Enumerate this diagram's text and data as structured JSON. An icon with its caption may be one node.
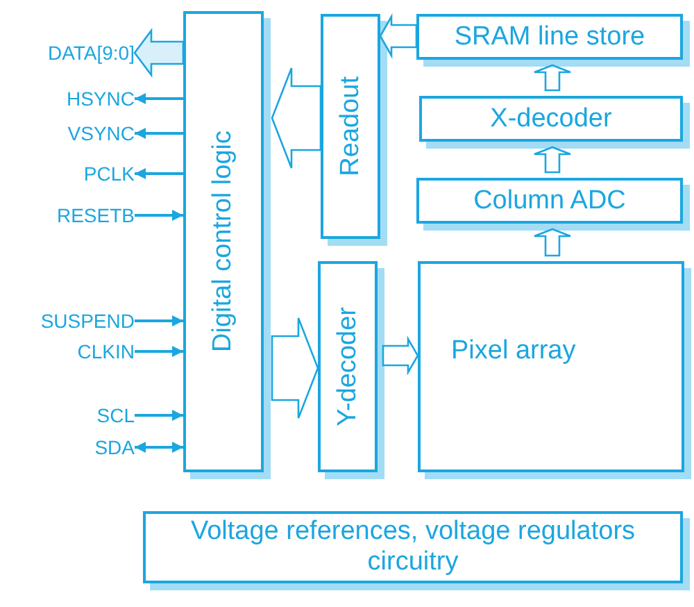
{
  "diagram": {
    "nodes": [
      {
        "text": [
          "Digital control logic"
        ]
      },
      {
        "text": [
          "Readout"
        ]
      },
      {
        "text": [
          "SRAM line store"
        ]
      },
      {
        "text": [
          "X-decoder"
        ]
      },
      {
        "text": [
          "Column ADC"
        ]
      },
      {
        "text": [
          "Y-decoder"
        ]
      },
      {
        "text": [
          "Pixel array"
        ]
      },
      {
        "text": [
          "Voltage references, voltage regulators circuitry"
        ]
      },
      {
        "text": [
          "DATA[9:0]"
        ]
      },
      {
        "text": [
          "HSYNC"
        ]
      },
      {
        "text": [
          "VSYNC"
        ]
      },
      {
        "text": [
          "PCLK"
        ]
      },
      {
        "text": [
          "RESETB"
        ]
      },
      {
        "text": [
          "SUSPEND"
        ]
      },
      {
        "text": [
          "CLKIN"
        ]
      },
      {
        "text": [
          "SCL"
        ]
      },
      {
        "text": [
          "SDA"
        ]
      }
    ],
    "edges": [
      {
        "from": 2,
        "to": 1,
        "arrow": "to",
        "style": "thick"
      },
      {
        "from": 3,
        "to": 2,
        "arrow": "to",
        "style": "thick"
      },
      {
        "from": 4,
        "to": 3,
        "arrow": "to",
        "style": "thick"
      },
      {
        "from": 6,
        "to": 4,
        "arrow": "to",
        "style": "thick"
      },
      {
        "from": 1,
        "to": 0,
        "arrow": "to",
        "style": "thick"
      },
      {
        "from": 0,
        "to": 5,
        "arrow": "to",
        "style": "thick"
      },
      {
        "from": 5,
        "to": 6,
        "arrow": "to",
        "style": "thick"
      },
      {
        "from": 0,
        "to": 8,
        "arrow": "to",
        "style": "thick"
      },
      {
        "from": 0,
        "to": 9,
        "arrow": "to"
      },
      {
        "from": 0,
        "to": 10,
        "arrow": "to"
      },
      {
        "from": 0,
        "to": 11,
        "arrow": "to"
      },
      {
        "from": 12,
        "to": 0,
        "arrow": "to"
      },
      {
        "from": 13,
        "to": 0,
        "arrow": "to"
      },
      {
        "from": 14,
        "to": 0,
        "arrow": "to"
      },
      {
        "from": 15,
        "to": 0,
        "arrow": "to"
      },
      {
        "from": 16,
        "to": 0,
        "arrow": "both"
      }
    ]
  }
}
